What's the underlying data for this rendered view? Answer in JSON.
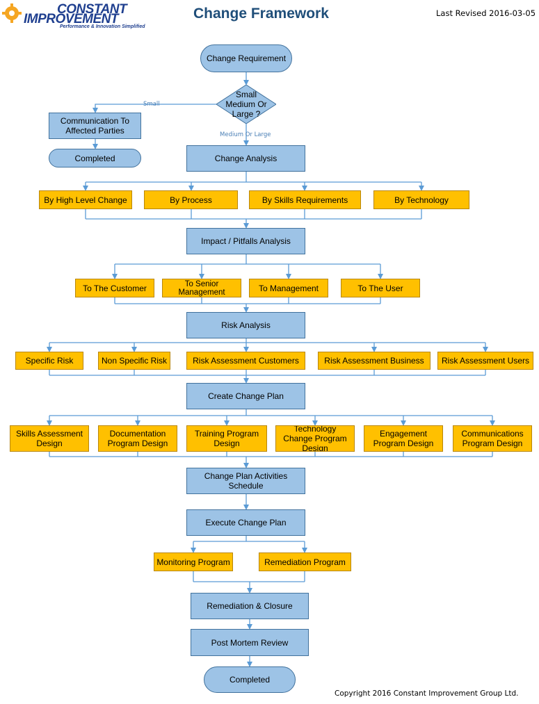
{
  "header": {
    "logo_line1": "CONSTANT",
    "logo_line2": "IMPROVEMENT",
    "logo_tagline": "Performance & Innovation Simplified",
    "title": "Change Framework",
    "revised": "Last Revised 2016-03-05"
  },
  "footer": {
    "copyright": "Copyright  2016 Constant Improvement Group Ltd."
  },
  "colors": {
    "process_fill": "#9dc3e6",
    "process_border": "#41719c",
    "sub_fill": "#ffc000",
    "connector": "#5b9bd5",
    "title": "#1f4e79"
  },
  "flow": {
    "start": "Change Requirement",
    "decision": [
      "Small",
      "Medium Or",
      "Large ?"
    ],
    "edge_small": "Small",
    "edge_medium_large": "Medium Or Large",
    "communication": "Communication To Affected Parties",
    "completed_small": "Completed",
    "change_analysis": "Change Analysis",
    "analysis_items": [
      "By High Level Change",
      "By Process",
      "By Skills Requirements",
      "By Technology"
    ],
    "impact_analysis": "Impact / Pitfalls Analysis",
    "impact_items": [
      "To The Customer",
      "To Senior Management",
      "To Management",
      "To The User"
    ],
    "risk_analysis": "Risk Analysis",
    "risk_items": [
      "Specific Risk",
      "Non Specific Risk",
      "Risk Assessment Customers",
      "Risk Assessment Business",
      "Risk Assessment Users"
    ],
    "create_plan": "Create Change Plan",
    "plan_items": [
      "Skills Assessment Design",
      "Documentation Program Design",
      "Training Program Design",
      "Technology Change Program Design",
      "Engagement Program Design",
      "Communications Program Design"
    ],
    "plan_schedule": "Change Plan Activities Schedule",
    "execute_plan": "Execute Change Plan",
    "execute_items": [
      "Monitoring Program",
      "Remediation Program"
    ],
    "remediation_closure": "Remediation & Closure",
    "post_mortem": "Post Mortem Review",
    "completed_final": "Completed"
  }
}
